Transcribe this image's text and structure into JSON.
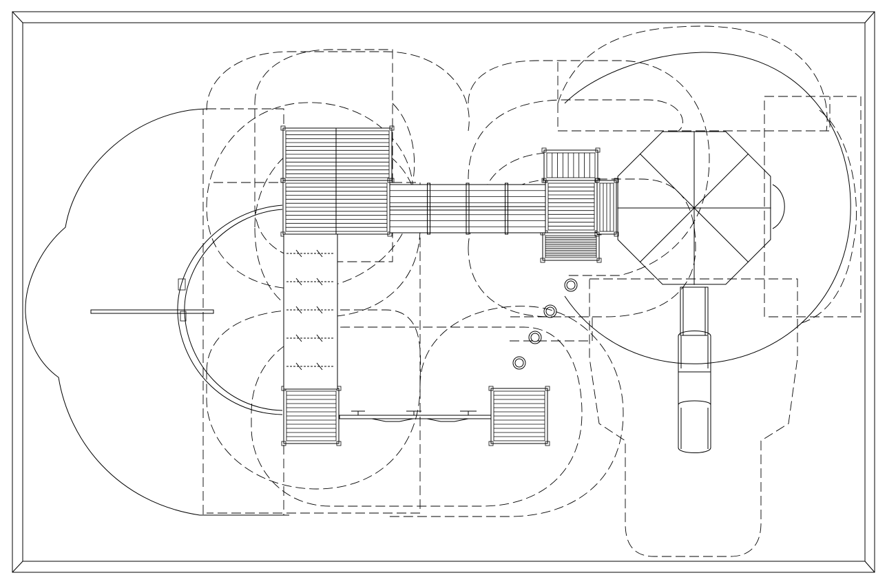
{
  "diagram": {
    "kind": "playground-site-plan",
    "line_color": "#000000",
    "background": "#ffffff",
    "deck_slat_count": 12,
    "climber_rungs": 5,
    "walkway_segments": 4
  }
}
